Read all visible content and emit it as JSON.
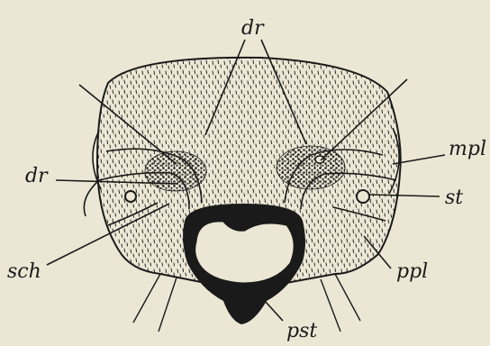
{
  "labels": {
    "dr_top": "dr",
    "dr_left": "dr",
    "mpl": "mpl",
    "st": "st",
    "sch": "sch",
    "ppl": "ppl",
    "pst": "pst"
  },
  "colors": {
    "paper": "#ece7d5",
    "ink": "#1a1a1a"
  }
}
